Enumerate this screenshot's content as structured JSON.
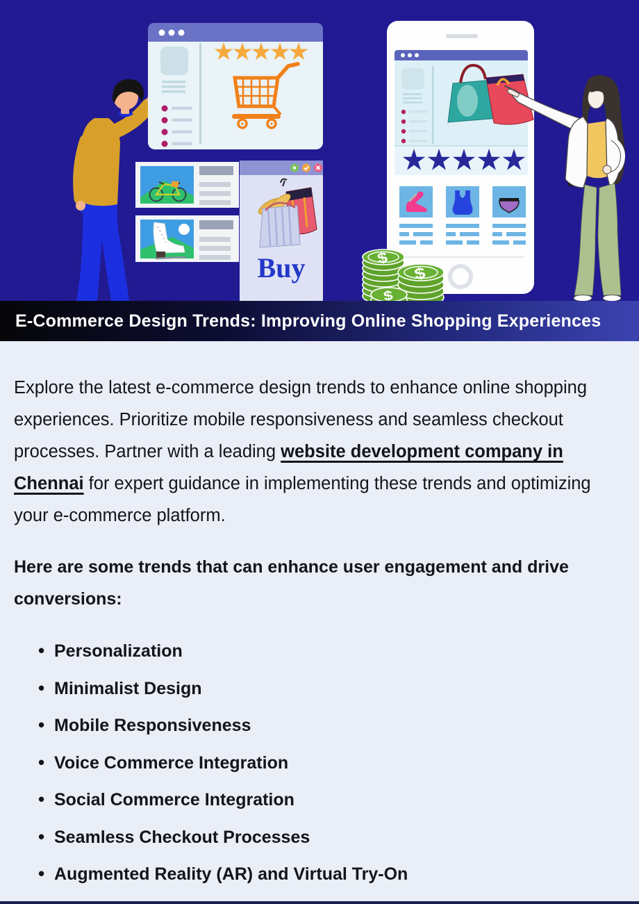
{
  "banner": {
    "title": "E-Commerce Design Trends: Improving Online Shopping Experiences"
  },
  "intro": {
    "text_before": "Explore the latest e-commerce design trends to enhance online shopping experiences. Prioritize mobile responsiveness and seamless checkout processes. Partner with a leading ",
    "link_text": "website development company in Chennai",
    "text_after": " for expert guidance in implementing these trends and optimizing your e-commerce platform."
  },
  "trends": {
    "heading": "Here are some trends that can enhance user engagement and drive conversions:",
    "items": [
      "Personalization",
      "Minimalist Design",
      "Mobile Responsiveness",
      "Voice Commerce Integration",
      "Social Commerce Integration",
      "Seamless Checkout Processes",
      "Augmented Reality (AR) and Virtual Try-On"
    ]
  },
  "illustration": {
    "buy_label": "Buy",
    "browser_rating_stars": 5,
    "phone_rating_stars": 5,
    "icons": [
      "browser-window-icon",
      "star-icon",
      "shopping-cart-icon",
      "bicycle-icon",
      "ice-skate-icon",
      "shopping-bag-icon",
      "smartphone-icon",
      "high-heel-icon",
      "swimsuit-icon",
      "underwear-icon",
      "coin-stack-icon"
    ],
    "colors": {
      "hero_background": "#211a92",
      "banner_gradient_start": "#060609",
      "banner_gradient_end": "#3c43b0",
      "body_background": "#e9eef7",
      "cart_orange": "#f28018",
      "star_orange": "#f5a93d",
      "star_navy": "#28289a",
      "coin_green": "#5fa32b",
      "buy_text_blue": "#2438c8",
      "list_dot_magenta": "#b01e69"
    }
  }
}
